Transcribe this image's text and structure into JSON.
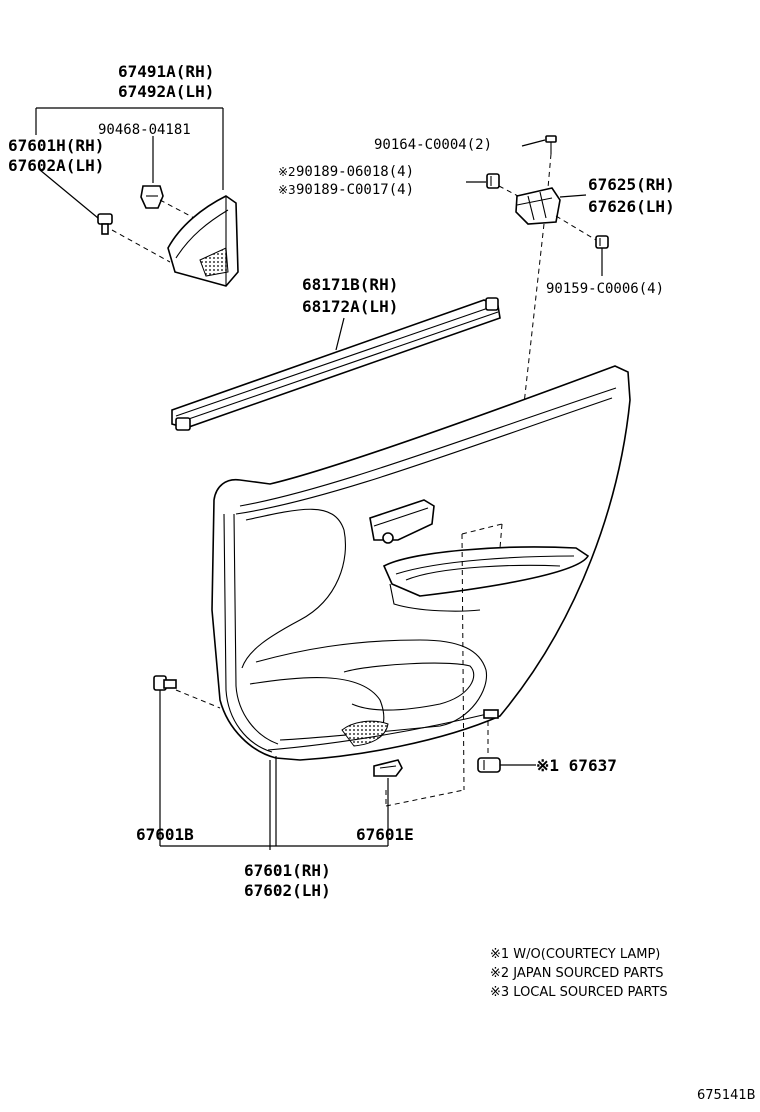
{
  "labels": {
    "p67491a": "67491A(RH)",
    "p67492a": "67492A(LH)",
    "p90468": "90468-04181",
    "p67601h": "67601H(RH)",
    "p67602a": "67602A(LH)",
    "p90164": "90164-C0004(2)",
    "mark2": "※2",
    "p90189a": "90189-06018(4)",
    "mark3": "※3",
    "p90189b": "90189-C0017(4)",
    "p67625": "67625(RH)",
    "p67626": "67626(LH)",
    "p90159": "90159-C0006(4)",
    "p68171b": "68171B(RH)",
    "p68172a": "68172A(LH)",
    "p67637": "※1 67637",
    "p67601b": "67601B",
    "p67601e": "67601E",
    "p67601": "67601(RH)",
    "p67602": "67602(LH)"
  },
  "notes": [
    "※1 W/O(COURTECY LAMP)",
    "※2 JAPAN SOURCED PARTS",
    "※3 LOCAL SOURCED PARTS"
  ],
  "diagram_code": "675141B"
}
